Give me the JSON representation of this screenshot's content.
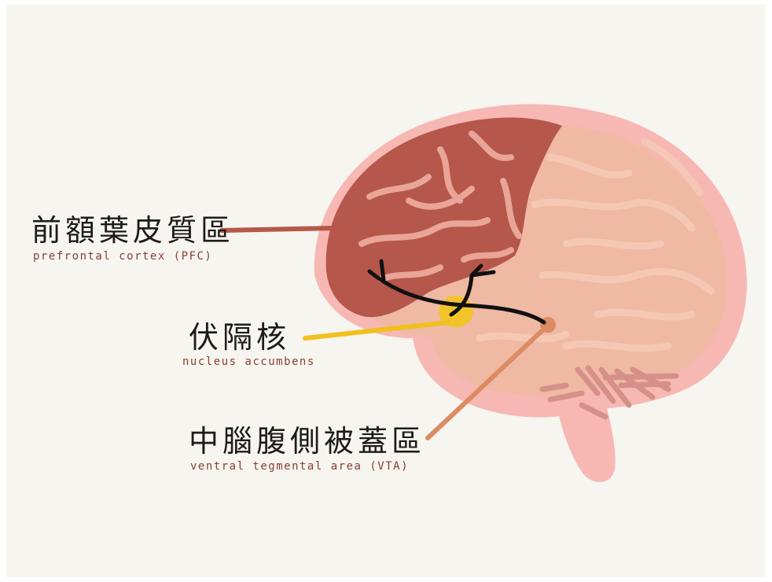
{
  "labels": {
    "pfc": {
      "zh": "前額葉皮質區",
      "en": "prefrontal cortex (PFC)",
      "pointer_color": "#b5574a"
    },
    "nac": {
      "zh": "伏隔核",
      "en": "nucleus accumbens",
      "pointer_color": "#f0c01e"
    },
    "vta": {
      "zh": "中腦腹側被蓋區",
      "en": "ventral tegmental area (VTA)",
      "pointer_color": "#dd8b63"
    }
  },
  "colors": {
    "background": "#f6f5f0",
    "brain_outline": "#f7b8b4",
    "cortex_fill": "#efb9a3",
    "pfc_fill": "#b5574a",
    "cerebellum": "#d59189",
    "pathway": "#111111",
    "chinese_text": "#1e1b19",
    "english_text": "#8a3e34"
  }
}
